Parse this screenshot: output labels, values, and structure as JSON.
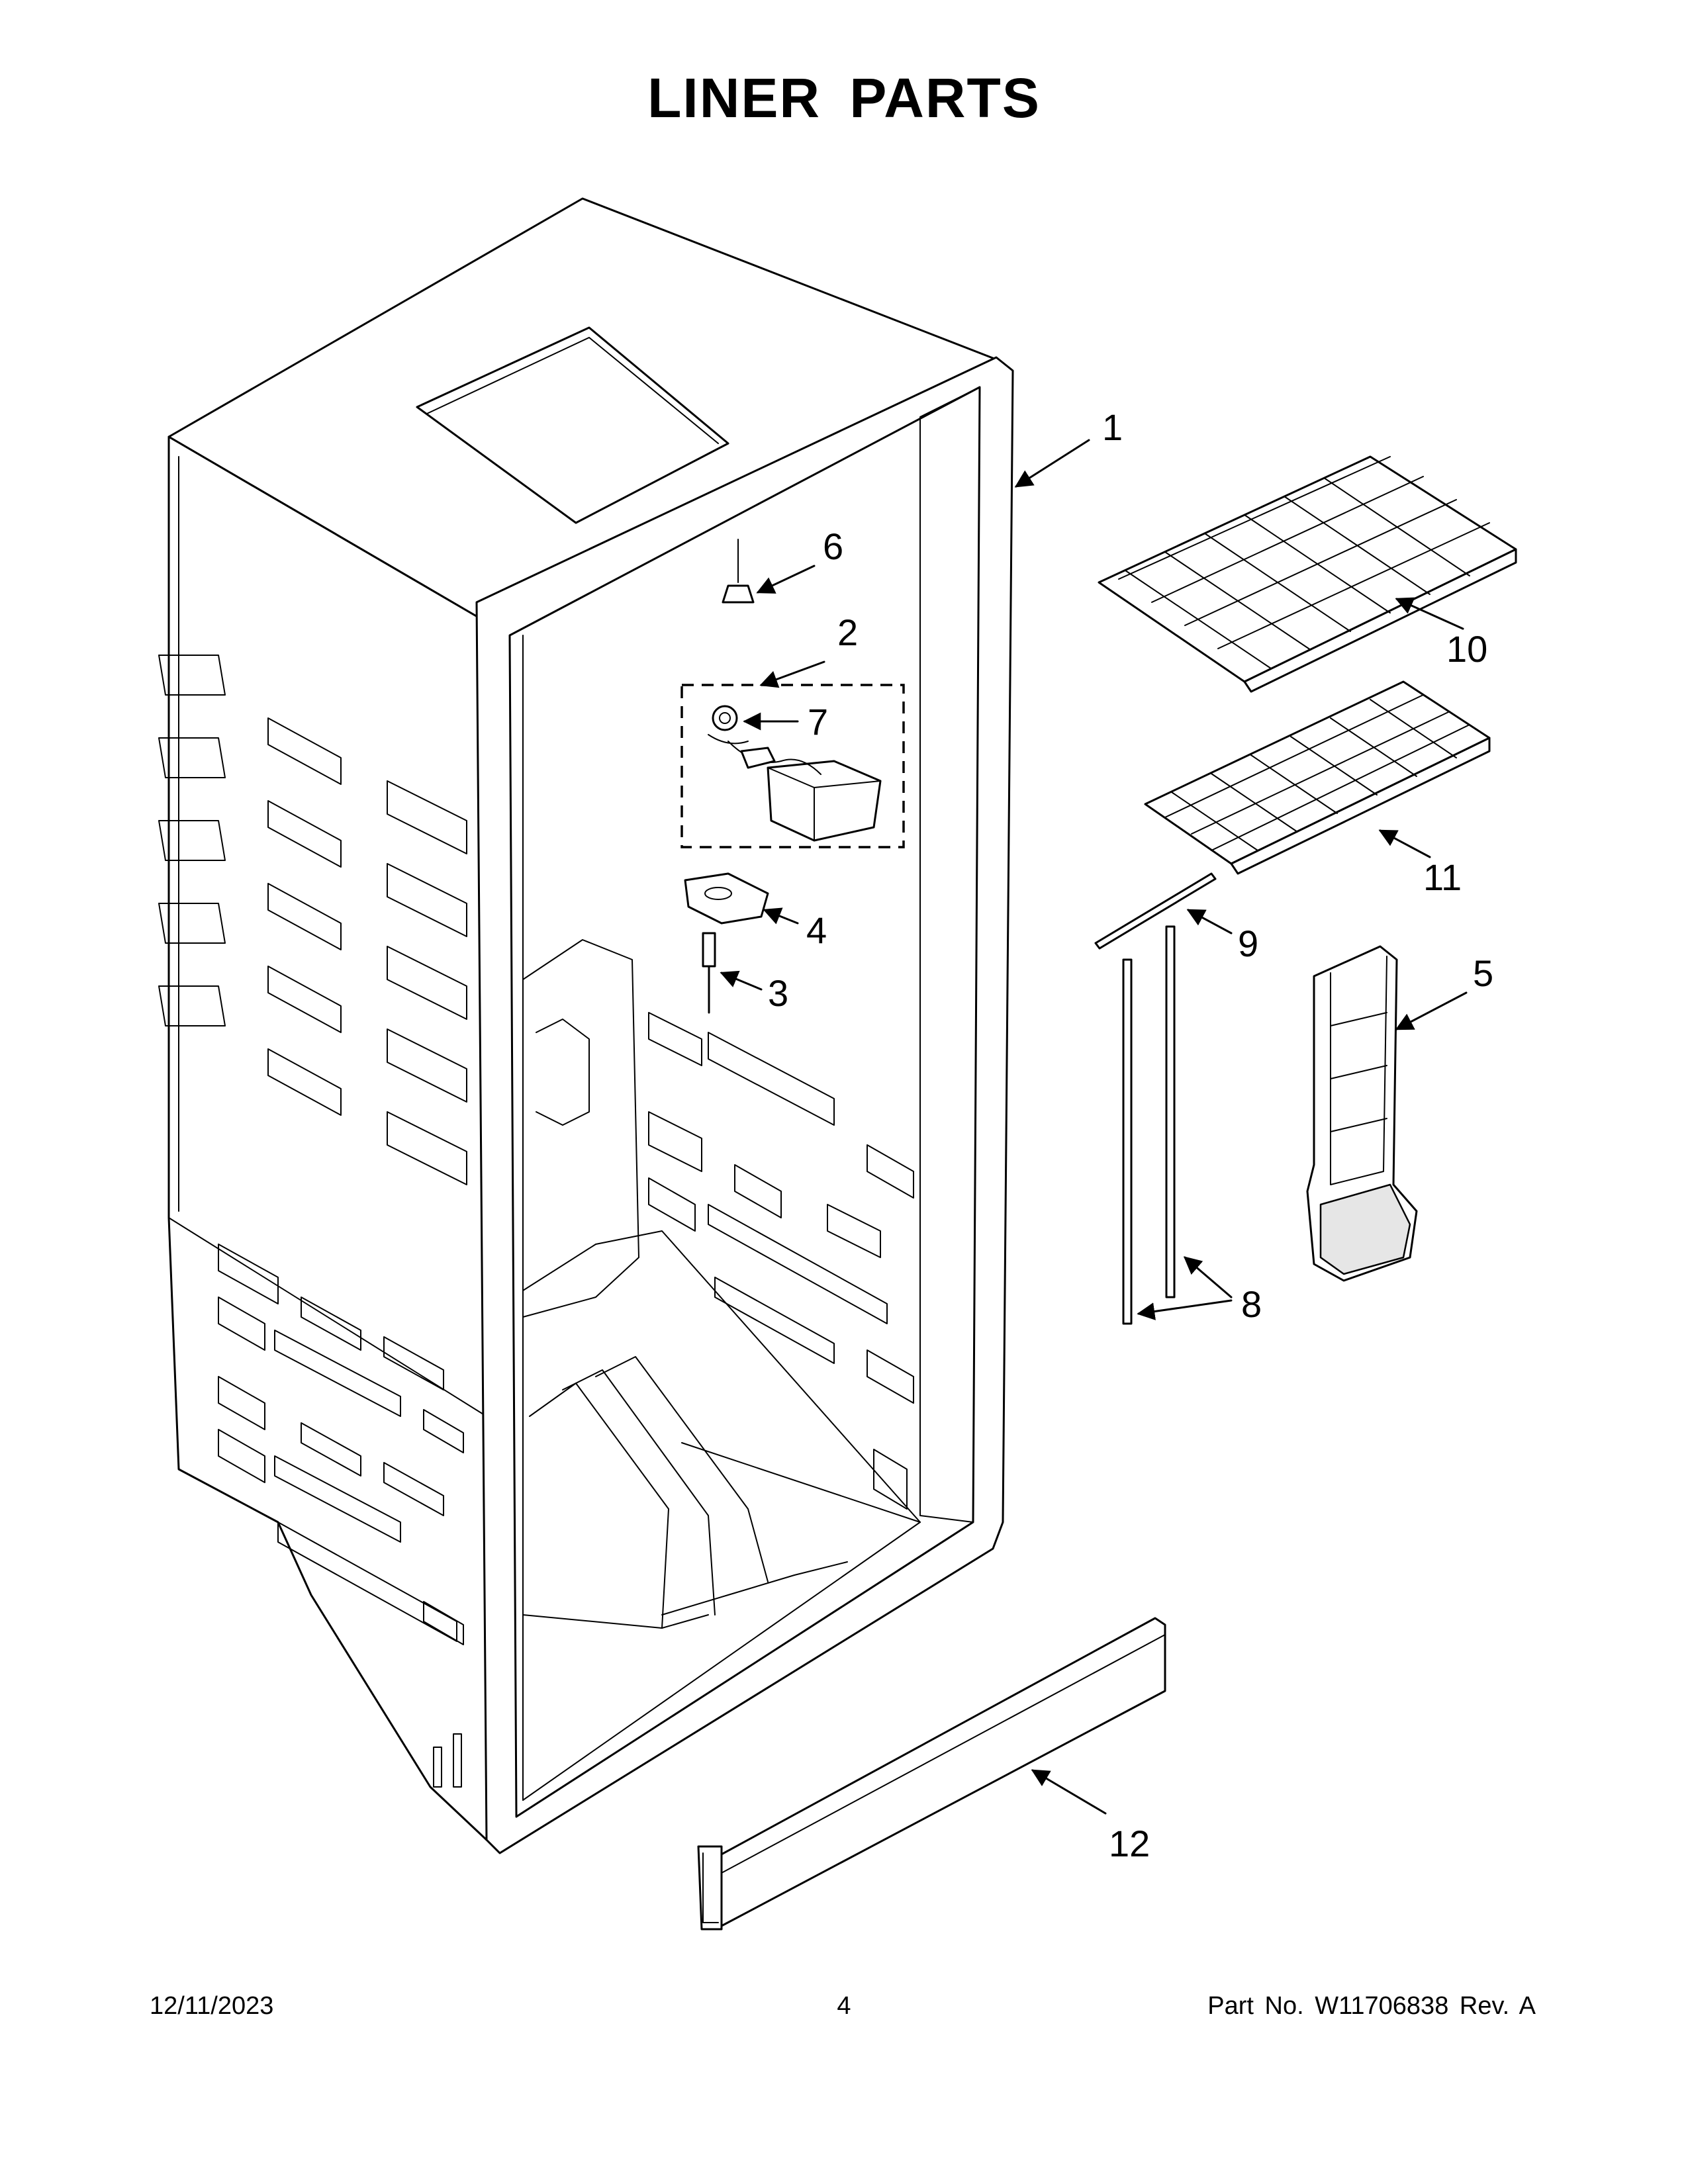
{
  "page": {
    "title": "LINER PARTS"
  },
  "callouts": [
    {
      "id": "1",
      "label": "1"
    },
    {
      "id": "2",
      "label": "2"
    },
    {
      "id": "3",
      "label": "3"
    },
    {
      "id": "4",
      "label": "4"
    },
    {
      "id": "5",
      "label": "5"
    },
    {
      "id": "6",
      "label": "6"
    },
    {
      "id": "7",
      "label": "7"
    },
    {
      "id": "8",
      "label": "8"
    },
    {
      "id": "9",
      "label": "9"
    },
    {
      "id": "10",
      "label": "10"
    },
    {
      "id": "11",
      "label": "11"
    },
    {
      "id": "12",
      "label": "12"
    }
  ],
  "footer": {
    "date": "12/11/2023",
    "page_number": "4",
    "part_number": "Part No.  W11706838  Rev.  A"
  }
}
